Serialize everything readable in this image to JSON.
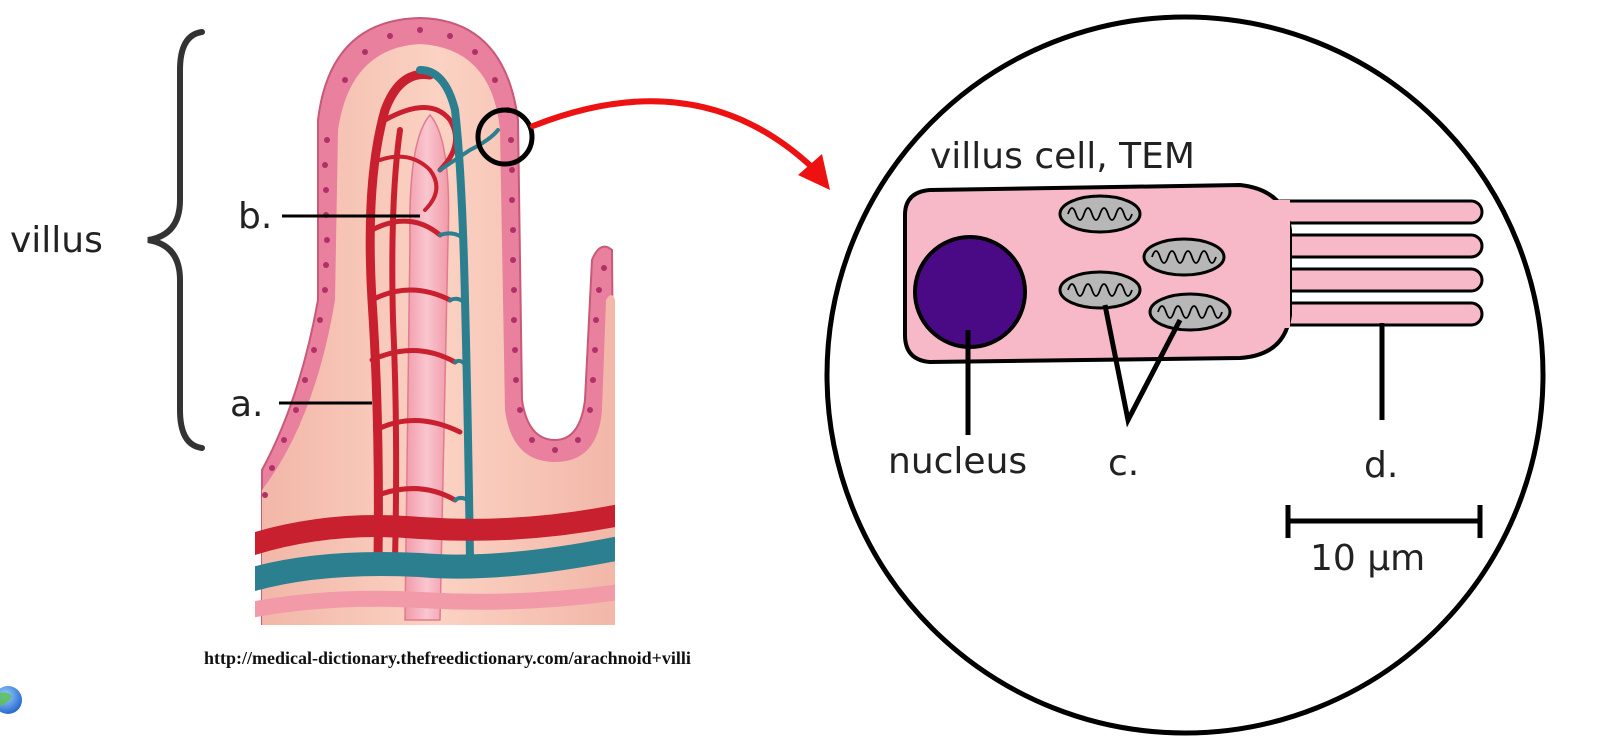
{
  "diagram": {
    "left": {
      "bracket_label": "villus",
      "label_b": "b.",
      "label_a": "a.",
      "source_url": "http://medical-dictionary.thefreedictionary.com/arachnoid+villi"
    },
    "right": {
      "title": "villus cell, TEM",
      "label_nucleus": "nucleus",
      "label_c": "c.",
      "label_d": "d.",
      "scale_bar": "10 μm"
    },
    "colors": {
      "cell_fill": "#f7b8c8",
      "nucleus": "#4a0a86",
      "artery": "#c8202e",
      "vein": "#2b7f8f",
      "epithelium": "#e9809d",
      "pointer_arrow": "#ee1111"
    },
    "icons": [
      "globe-icon"
    ]
  }
}
